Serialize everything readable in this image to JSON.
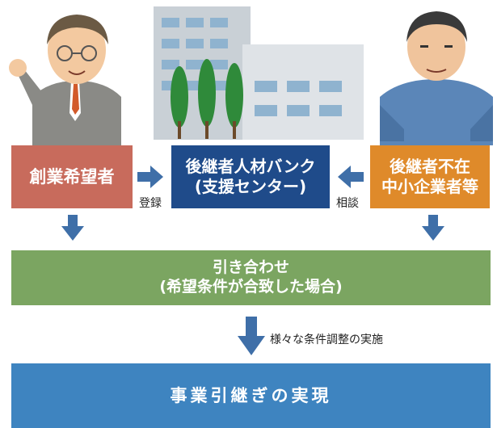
{
  "nodes": {
    "founder": "創業希望者",
    "bank_line1": "後継者人材バンク",
    "bank_line2": "(支援センター)",
    "sme_line1": "後継者不在",
    "sme_line2": "中小企業者等",
    "match_line1": "引き合わせ",
    "match_line2": "(希望条件が合致した場合)",
    "realization": "事業引継ぎの実現"
  },
  "edges": {
    "register": "登録",
    "consult": "相談",
    "adjust": "様々な条件調整の実施"
  },
  "colors": {
    "founder": "#c86b5c",
    "bank": "#1f4b8a",
    "sme": "#df8a2a",
    "match": "#7ba561",
    "realization": "#3e84c0",
    "arrow": "#3f6fa8"
  },
  "illustrations": [
    "businessman-waving",
    "office-building-with-trees",
    "factory-owner-in-workwear"
  ]
}
